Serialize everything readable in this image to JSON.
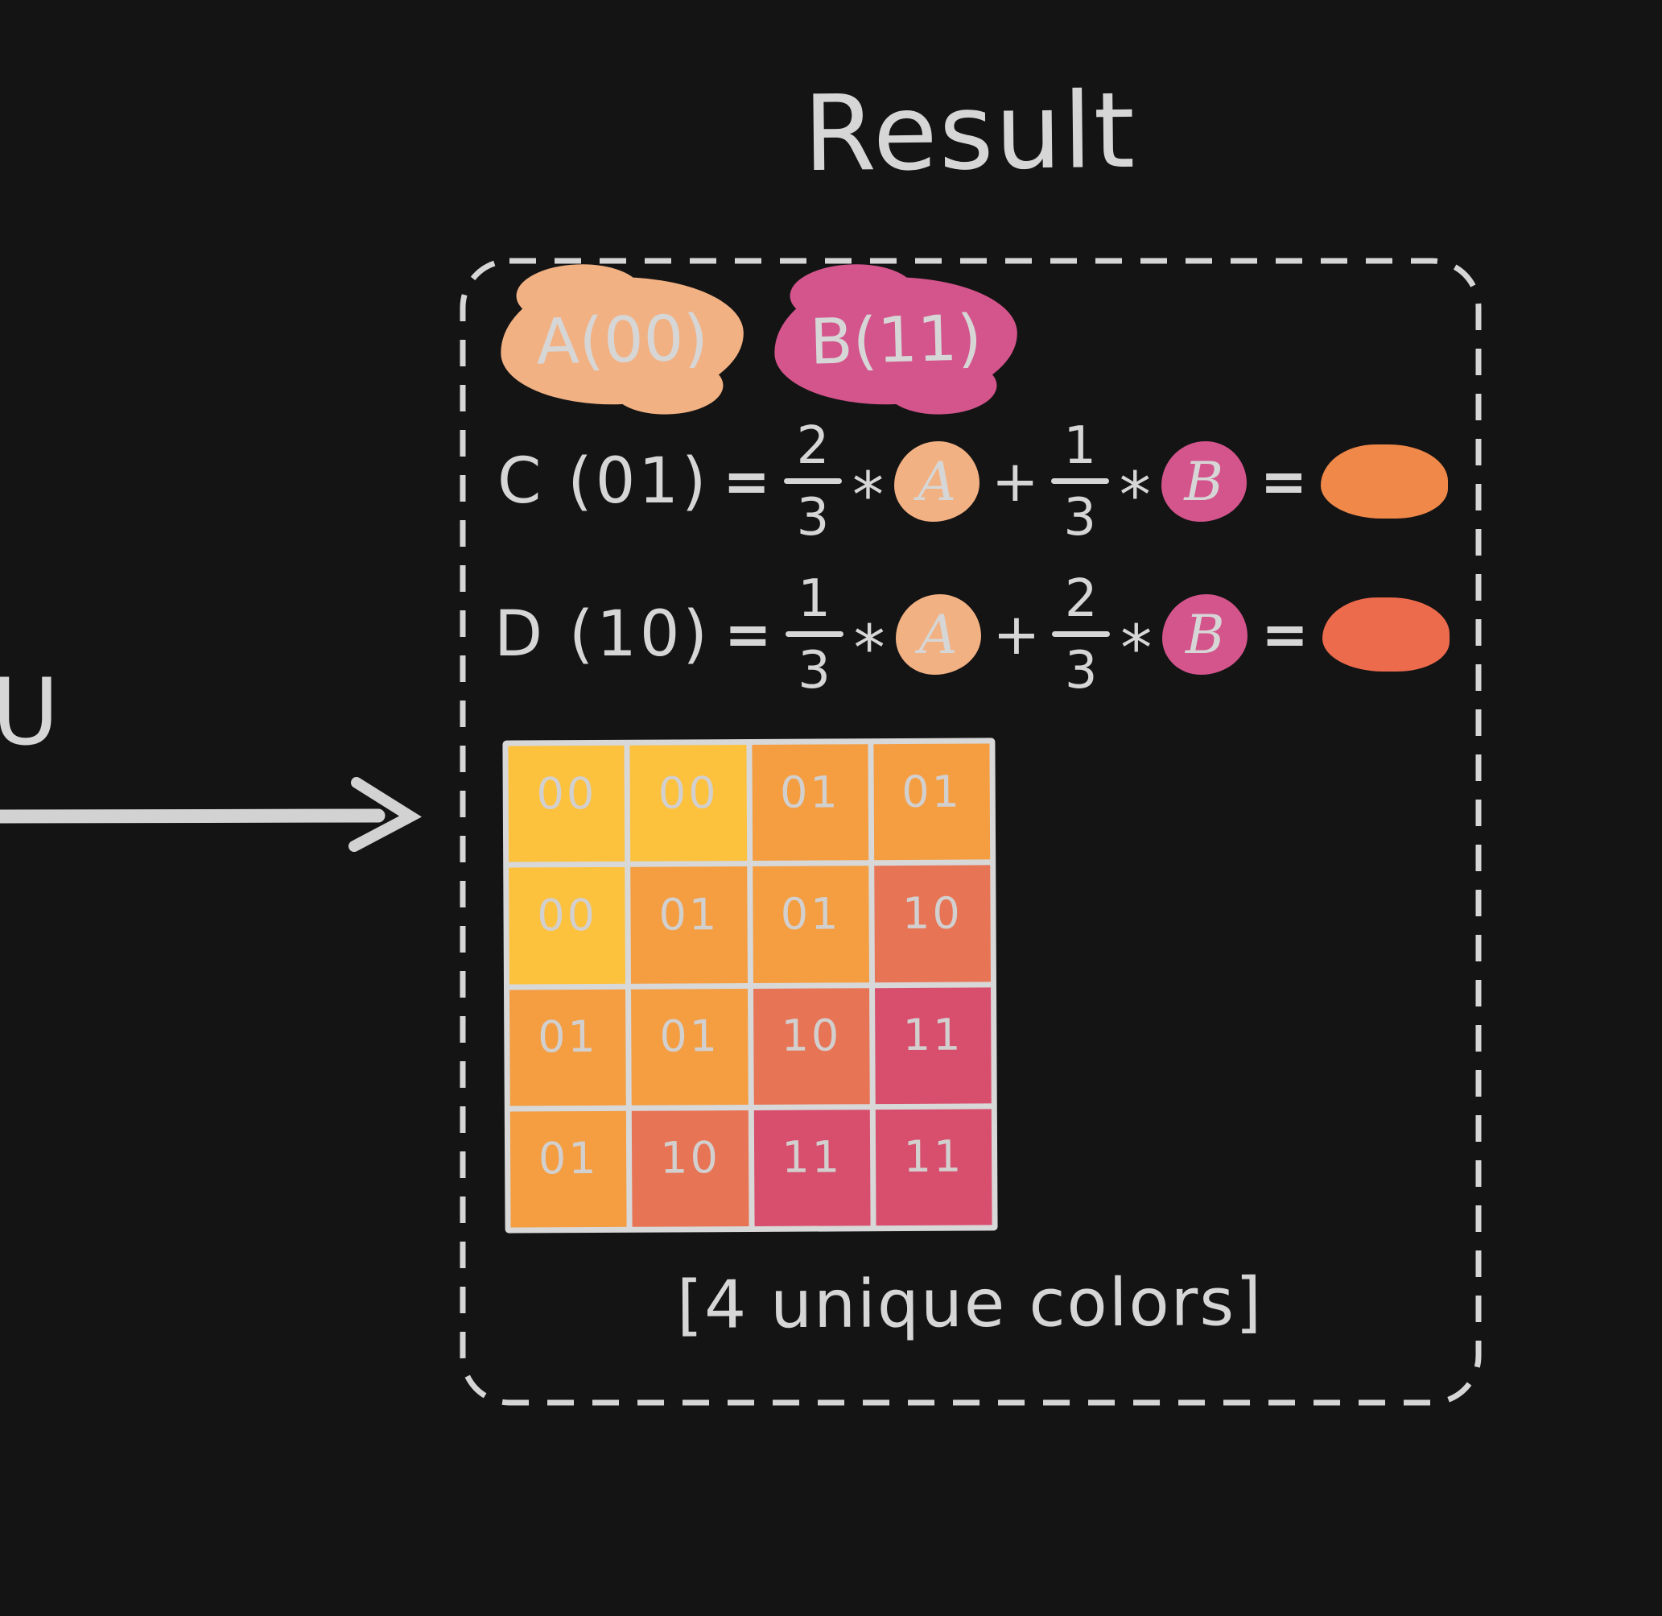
{
  "colors": {
    "background": "#141414",
    "ink": "#d6d6d6",
    "swatch_a": "#f2b183",
    "swatch_b": "#d4548c",
    "result_c": "#f08849",
    "result_d": "#ed6b4d",
    "cell_00": "#fcc13d",
    "cell_01": "#f49d41",
    "cell_10": "#e87456",
    "cell_11": "#d84f6e"
  },
  "labels": {
    "title": "Result",
    "u": "U",
    "footer": "[4 unique colors]"
  },
  "swatches": {
    "a": "A(00)",
    "b": "B(11)"
  },
  "formula_c": {
    "lhs": "C (01)",
    "eq1": "=",
    "frac1_num": "2",
    "frac1_den": "3",
    "mul1": "*",
    "var1": "A",
    "plus": "+",
    "frac2_num": "1",
    "frac2_den": "3",
    "mul2": "*",
    "var2": "B",
    "eq2": "="
  },
  "formula_d": {
    "lhs": "D (10)",
    "eq1": "=",
    "frac1_num": "1",
    "frac1_den": "3",
    "mul1": "*",
    "var1": "A",
    "plus": "+",
    "frac2_num": "2",
    "frac2_den": "3",
    "mul2": "*",
    "var2": "B",
    "eq2": "="
  },
  "grid": {
    "cells": [
      {
        "label": "00",
        "color": "#fcc13d"
      },
      {
        "label": "00",
        "color": "#fcc13d"
      },
      {
        "label": "01",
        "color": "#f49d41"
      },
      {
        "label": "01",
        "color": "#f49d41"
      },
      {
        "label": "00",
        "color": "#fcc13d"
      },
      {
        "label": "01",
        "color": "#f49d41"
      },
      {
        "label": "01",
        "color": "#f49d41"
      },
      {
        "label": "10",
        "color": "#e87456"
      },
      {
        "label": "01",
        "color": "#f49d41"
      },
      {
        "label": "01",
        "color": "#f49d41"
      },
      {
        "label": "10",
        "color": "#e87456"
      },
      {
        "label": "11",
        "color": "#d84f6e"
      },
      {
        "label": "01",
        "color": "#f49d41"
      },
      {
        "label": "10",
        "color": "#e87456"
      },
      {
        "label": "11",
        "color": "#d84f6e"
      },
      {
        "label": "11",
        "color": "#d84f6e"
      }
    ]
  }
}
